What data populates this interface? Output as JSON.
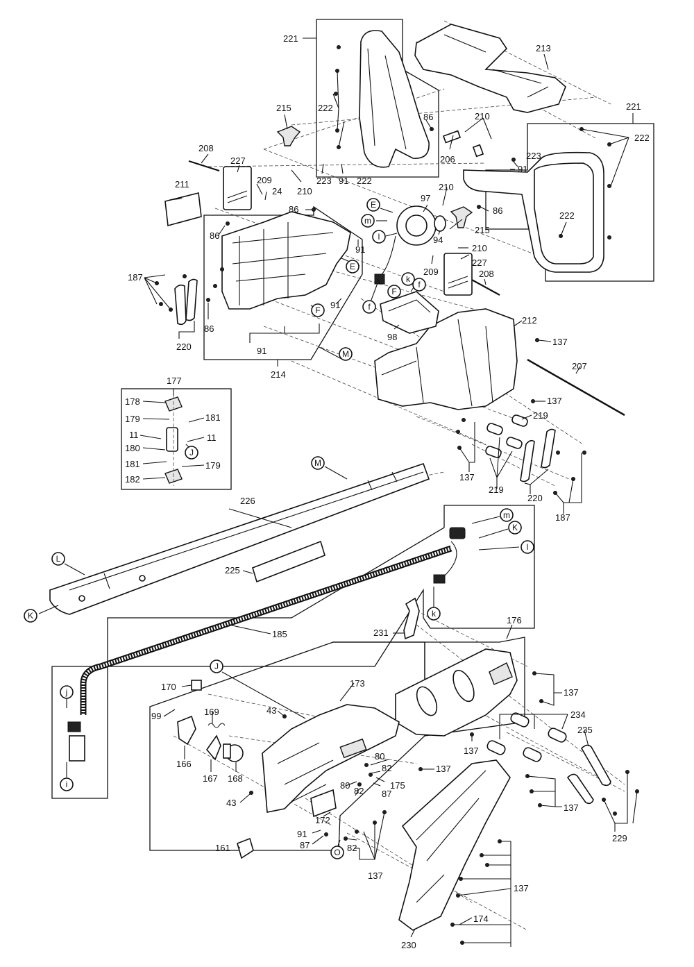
{
  "diagram": {
    "part_labels": [
      {
        "id": "p221a",
        "text": "221"
      },
      {
        "id": "p213",
        "text": "213"
      },
      {
        "id": "p221b",
        "text": "221"
      },
      {
        "id": "p222a",
        "text": "222"
      },
      {
        "id": "p222b",
        "text": "222"
      },
      {
        "id": "p222c",
        "text": "222"
      },
      {
        "id": "p222d",
        "text": "222"
      },
      {
        "id": "p215a",
        "text": "215"
      },
      {
        "id": "p215b",
        "text": "215"
      },
      {
        "id": "p86a",
        "text": "86"
      },
      {
        "id": "p86b",
        "text": "86"
      },
      {
        "id": "p86c",
        "text": "86"
      },
      {
        "id": "p86d",
        "text": "86"
      },
      {
        "id": "p86e",
        "text": "86"
      },
      {
        "id": "p210a",
        "text": "210"
      },
      {
        "id": "p210b",
        "text": "210"
      },
      {
        "id": "p210c",
        "text": "210"
      },
      {
        "id": "p210d",
        "text": "210"
      },
      {
        "id": "p208a",
        "text": "208"
      },
      {
        "id": "p208b",
        "text": "208"
      },
      {
        "id": "p227a",
        "text": "227"
      },
      {
        "id": "p227b",
        "text": "227"
      },
      {
        "id": "p223a",
        "text": "223"
      },
      {
        "id": "p223b",
        "text": "223"
      },
      {
        "id": "p91a",
        "text": "91"
      },
      {
        "id": "p91b",
        "text": "91"
      },
      {
        "id": "p91c",
        "text": "91"
      },
      {
        "id": "p91d",
        "text": "91"
      },
      {
        "id": "p91e",
        "text": "91"
      },
      {
        "id": "p91f",
        "text": "91"
      },
      {
        "id": "p209a",
        "text": "209"
      },
      {
        "id": "p209b",
        "text": "209"
      },
      {
        "id": "p24",
        "text": "24"
      },
      {
        "id": "p206",
        "text": "206"
      },
      {
        "id": "p211",
        "text": "211"
      },
      {
        "id": "p97",
        "text": "97"
      },
      {
        "id": "p94",
        "text": "94"
      },
      {
        "id": "p98",
        "text": "98"
      },
      {
        "id": "p187a",
        "text": "187"
      },
      {
        "id": "p187b",
        "text": "187"
      },
      {
        "id": "p220a",
        "text": "220"
      },
      {
        "id": "p220b",
        "text": "220"
      },
      {
        "id": "p214",
        "text": "214"
      },
      {
        "id": "p212",
        "text": "212"
      },
      {
        "id": "p137a",
        "text": "137"
      },
      {
        "id": "p137b",
        "text": "137"
      },
      {
        "id": "p137c",
        "text": "137"
      },
      {
        "id": "p137d",
        "text": "137"
      },
      {
        "id": "p137e",
        "text": "137"
      },
      {
        "id": "p137f",
        "text": "137"
      },
      {
        "id": "p137g",
        "text": "137"
      },
      {
        "id": "p137h",
        "text": "137"
      },
      {
        "id": "p137i",
        "text": "137"
      },
      {
        "id": "p207",
        "text": "207"
      },
      {
        "id": "p219a",
        "text": "219"
      },
      {
        "id": "p219b",
        "text": "219"
      },
      {
        "id": "p177",
        "text": "177"
      },
      {
        "id": "p178",
        "text": "178"
      },
      {
        "id": "p179a",
        "text": "179"
      },
      {
        "id": "p179b",
        "text": "179"
      },
      {
        "id": "p181a",
        "text": "181"
      },
      {
        "id": "p181b",
        "text": "181"
      },
      {
        "id": "p11a",
        "text": "11"
      },
      {
        "id": "p11b",
        "text": "11"
      },
      {
        "id": "p180",
        "text": "180"
      },
      {
        "id": "p182",
        "text": "182"
      },
      {
        "id": "p226",
        "text": "226"
      },
      {
        "id": "p225",
        "text": "225"
      },
      {
        "id": "p185",
        "text": "185"
      },
      {
        "id": "p231",
        "text": "231"
      },
      {
        "id": "p176",
        "text": "176"
      },
      {
        "id": "p173",
        "text": "173"
      },
      {
        "id": "p170",
        "text": "170"
      },
      {
        "id": "p43a",
        "text": "43"
      },
      {
        "id": "p43b",
        "text": "43"
      },
      {
        "id": "p99",
        "text": "99"
      },
      {
        "id": "p169",
        "text": "169"
      },
      {
        "id": "p166",
        "text": "166"
      },
      {
        "id": "p167",
        "text": "167"
      },
      {
        "id": "p168",
        "text": "168"
      },
      {
        "id": "p234",
        "text": "234"
      },
      {
        "id": "p235",
        "text": "235"
      },
      {
        "id": "p80a",
        "text": "80"
      },
      {
        "id": "p80b",
        "text": "80"
      },
      {
        "id": "p82a",
        "text": "82"
      },
      {
        "id": "p82b",
        "text": "82"
      },
      {
        "id": "p82c",
        "text": "82"
      },
      {
        "id": "p87a",
        "text": "87"
      },
      {
        "id": "p87b",
        "text": "87"
      },
      {
        "id": "p175",
        "text": "175"
      },
      {
        "id": "p172",
        "text": "172"
      },
      {
        "id": "p229",
        "text": "229"
      },
      {
        "id": "p161",
        "text": "161"
      },
      {
        "id": "p174",
        "text": "174"
      },
      {
        "id": "p230",
        "text": "230"
      }
    ],
    "circle_refs": [
      {
        "id": "cE1",
        "text": "E"
      },
      {
        "id": "cE2",
        "text": "E"
      },
      {
        "id": "cm1",
        "text": "m"
      },
      {
        "id": "cl1",
        "text": "l"
      },
      {
        "id": "ck1",
        "text": "k"
      },
      {
        "id": "cF1",
        "text": "F"
      },
      {
        "id": "cF2",
        "text": "F"
      },
      {
        "id": "cf1",
        "text": "f"
      },
      {
        "id": "cf2",
        "text": "f"
      },
      {
        "id": "cM1",
        "text": "M"
      },
      {
        "id": "cM2",
        "text": "M"
      },
      {
        "id": "cJ1",
        "text": "J"
      },
      {
        "id": "cJ2",
        "text": "J"
      },
      {
        "id": "cm2",
        "text": "m"
      },
      {
        "id": "cK1",
        "text": "K"
      },
      {
        "id": "cK2",
        "text": "K"
      },
      {
        "id": "cl2",
        "text": "l"
      },
      {
        "id": "cL",
        "text": "L"
      },
      {
        "id": "ck2",
        "text": "k"
      },
      {
        "id": "cj",
        "text": "j"
      },
      {
        "id": "ci",
        "text": "i"
      },
      {
        "id": "cO",
        "text": "O"
      }
    ]
  }
}
